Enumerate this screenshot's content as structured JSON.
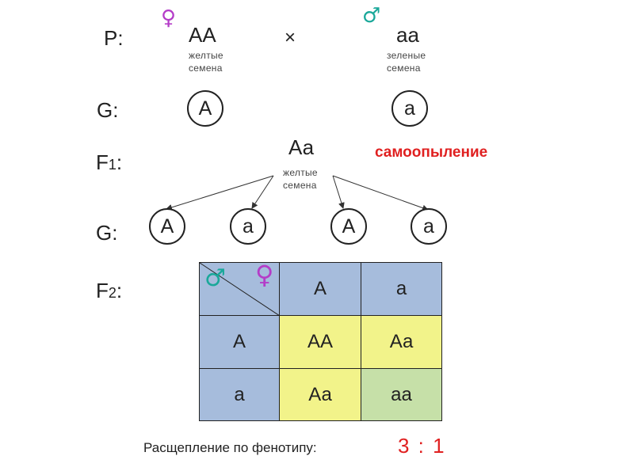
{
  "rows": {
    "p": {
      "main": "P",
      "sub": "",
      "colon": ":"
    },
    "g1": {
      "main": "G",
      "sub": "",
      "colon": ":"
    },
    "f1": {
      "main": "F",
      "sub": "1",
      "colon": ":"
    },
    "g2": {
      "main": "G",
      "sub": "",
      "colon": ":"
    },
    "f2": {
      "main": "F",
      "sub": "2",
      "colon": ":"
    }
  },
  "parents": {
    "female": {
      "symbol": "♀",
      "genotype": "АА",
      "phenotype_line1": "желтые",
      "phenotype_line2": "семена",
      "color": "#b43cc8"
    },
    "male": {
      "symbol": "♂",
      "genotype": "аа",
      "phenotype_line1": "зеленые",
      "phenotype_line2": "семена",
      "color": "#1aa89a"
    },
    "cross_symbol": "×"
  },
  "gametes_p": [
    "А",
    "а"
  ],
  "f1": {
    "genotype": "Аа",
    "phenotype_line1": "желтые",
    "phenotype_line2": "семена",
    "note": "самоопыление",
    "note_color": "#e02020"
  },
  "gametes_f1": [
    "А",
    "а",
    "А",
    "а"
  ],
  "punnett": {
    "male_symbol": "♂",
    "female_symbol": "♀",
    "col_headers": [
      "А",
      "а"
    ],
    "row_headers": [
      "А",
      "а"
    ],
    "cells": [
      [
        "АА",
        "Аа"
      ],
      [
        "Аа",
        "аа"
      ]
    ],
    "colors": {
      "header": "#a6bcdc",
      "dominant": "#f2f38a",
      "recessive": "#c6e0a8"
    }
  },
  "ratio": {
    "label": "Расщепление по фенотипу:",
    "value": "3 : 1"
  }
}
